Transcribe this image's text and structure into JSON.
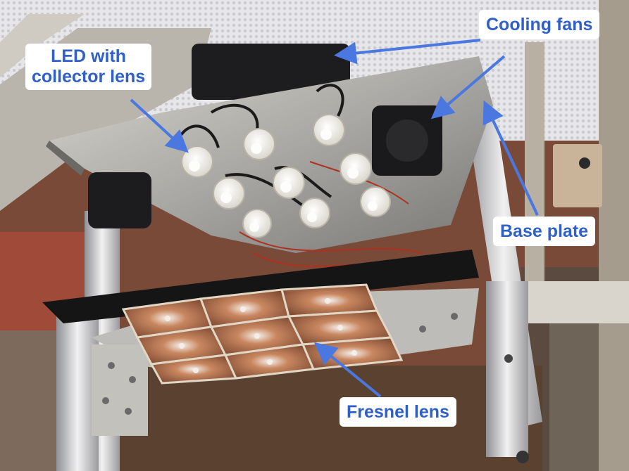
{
  "labels": {
    "led_line1": "LED with",
    "led_line2": "collector lens",
    "cooling_fans": "Cooling fans",
    "base_plate": "Base plate",
    "fresnel_lens": "Fresnel lens"
  },
  "colors": {
    "label_text": "#2f5fc8",
    "label_background": "#ffffff",
    "arrow": "#4a78e0"
  }
}
